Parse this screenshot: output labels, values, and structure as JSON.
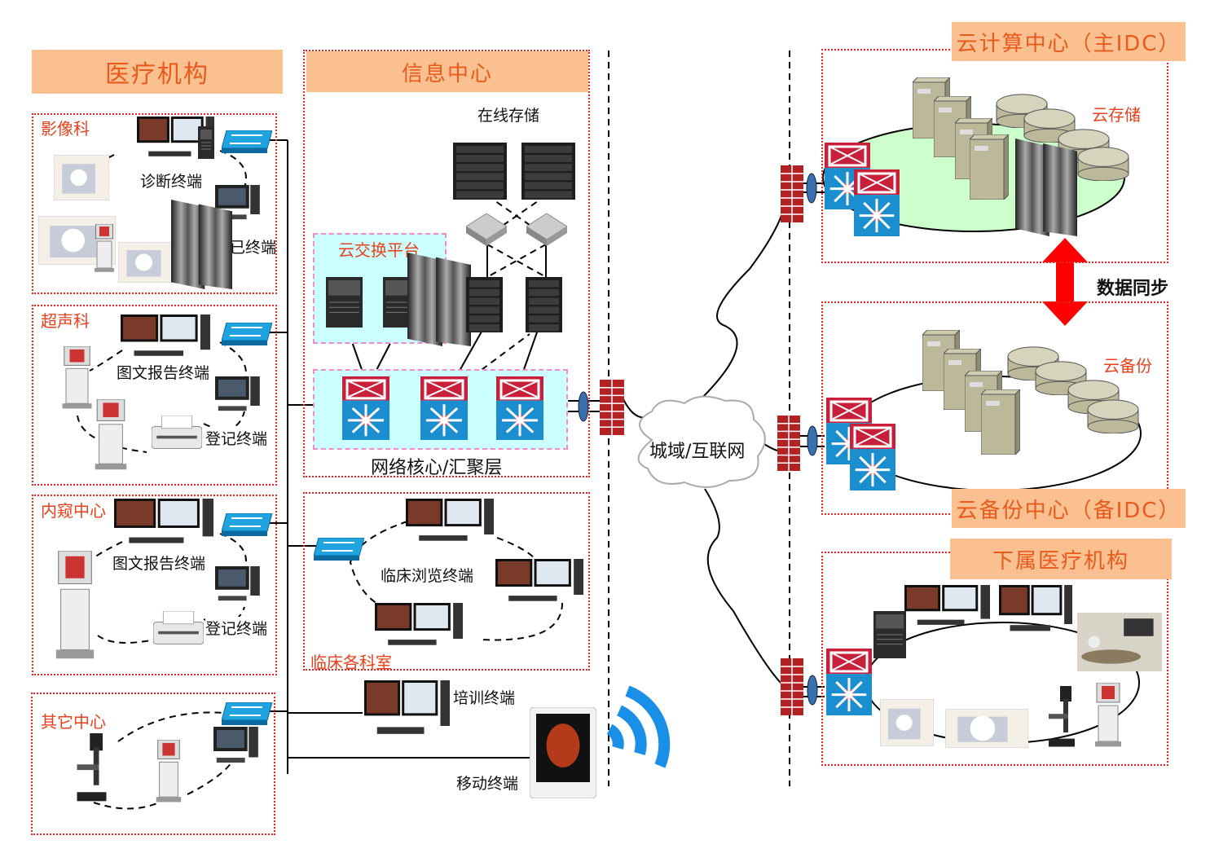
{
  "left": {
    "title": "医疗机构",
    "sections": [
      {
        "name": "影像科",
        "labels": [
          "诊断终端",
          "已终端"
        ]
      },
      {
        "name": "超声科",
        "labels": [
          "图文报告终端",
          "登记终端"
        ]
      },
      {
        "name": "内窥中心",
        "labels": [
          "图文报告终端",
          "登记终端"
        ]
      },
      {
        "name": "其它中心",
        "labels": []
      }
    ]
  },
  "center": {
    "title": "信息中心",
    "online_storage": "在线存储",
    "exchange_platform": "云交换平台",
    "core_layer": "网络核心/汇聚层",
    "clinical": {
      "name": "临床各科室",
      "terminal": "临床浏览终端"
    },
    "training": "培训终端",
    "mobile": "移动终端"
  },
  "network": {
    "cloud": "城域/互联网"
  },
  "right": {
    "primary": {
      "title": "云计算中心（主IDC）",
      "storage": "云存储"
    },
    "sync": "数据同步",
    "backup": {
      "title": "云备份中心（备IDC）",
      "storage": "云备份"
    },
    "sub": {
      "title": "下属医疗机构"
    }
  },
  "colors": {
    "header_bg": "#fac090",
    "header_text": "#e85a1e",
    "border": "#e32222",
    "exchange_bg": "#ccffff",
    "cloud_ring": "#ccffcc",
    "sync_arrow": "#ff0000"
  }
}
